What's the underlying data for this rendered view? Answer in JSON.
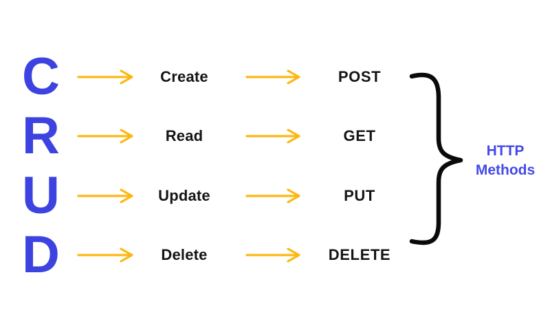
{
  "rows": [
    {
      "letter": "C",
      "operation": "Create",
      "method": "POST"
    },
    {
      "letter": "R",
      "operation": "Read",
      "method": "GET"
    },
    {
      "letter": "U",
      "operation": "Update",
      "method": "PUT"
    },
    {
      "letter": "D",
      "operation": "Delete",
      "method": "DELETE"
    }
  ],
  "annotation": {
    "line1": "HTTP",
    "line2": "Methods"
  },
  "icons": {
    "arrow": "right-arrow",
    "brace": "curly-brace-right"
  },
  "colors": {
    "letter_blue": "#3D43E0",
    "accent_blue": "#4549E6",
    "arrow_yellow": "#FDB713",
    "text_black": "#141414",
    "brace_black": "#0A0A0A"
  }
}
